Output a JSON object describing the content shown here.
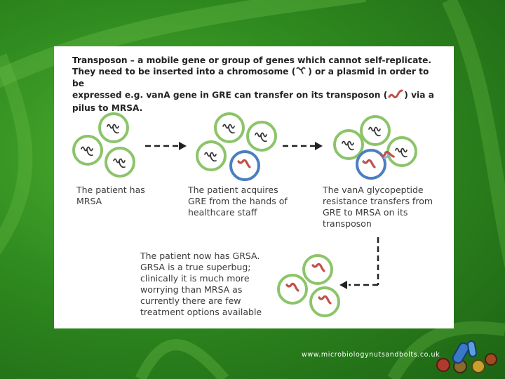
{
  "intro": {
    "term": "Transposon",
    "line1_rest": " – a mobile gene or group of genes which cannot self-replicate.",
    "line2_pre": "They need to be inserted into a chromosome (",
    "line2_post": ") or a plasmid in order to be",
    "line3_pre": "expressed e.g. vanA gene in GRE can transfer on its transposon (",
    "line3_post": ") via a",
    "line4": "pilus to MRSA."
  },
  "captions": {
    "step1": "The patient has MRSA",
    "step2": "The patient acquires GRE from the hands of healthcare staff",
    "step3": "The vanA glycopeptide resistance transfers from GRE to MRSA on its transposon",
    "step4": "The patient now has GRSA. GRSA is a true superbug; clinically it is much more worrying than MRSA as currently there are few treatment options available"
  },
  "footer": {
    "url": "www.microbiologynutsandbolts.co.uk"
  },
  "colors": {
    "mrsa_ring": "#8cc46a",
    "gre_ring": "#4a7fc1",
    "transposon": "#c0504d",
    "chromosome": "#333333",
    "background": "#2f8a1f"
  },
  "icons": [
    "chromosome-icon",
    "transposon-icon",
    "arrow-right-icon",
    "arrow-down-icon",
    "microbe-logo-icon"
  ]
}
